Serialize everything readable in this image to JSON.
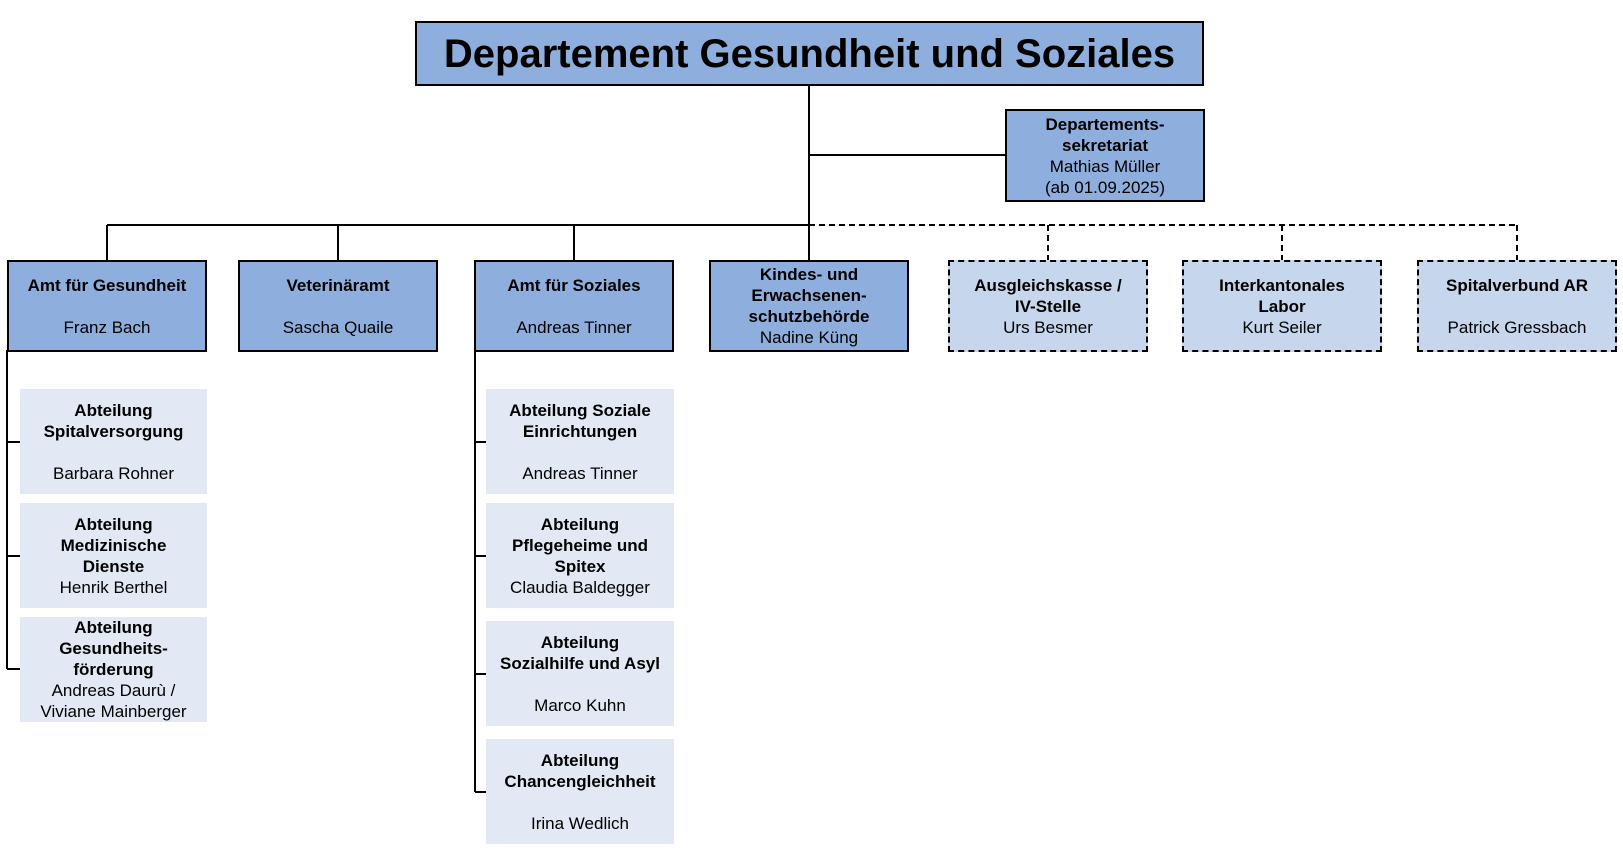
{
  "colors": {
    "primary_fill": "#8eafde",
    "external_fill": "#c6d6ed",
    "sub_fill": "#e2e9f4",
    "line": "#000000"
  },
  "title": "Departement Gesundheit und Soziales",
  "secretariat": {
    "title": "Departements-\nsekretariat",
    "person": "Mathias Müller\n(ab 01.09.2025)"
  },
  "units": [
    {
      "title": "Amt für Gesundheit",
      "person": "Franz Bach",
      "type": "solid"
    },
    {
      "title": "Veterinäramt",
      "person": "Sascha Quaile",
      "type": "solid"
    },
    {
      "title": "Amt für Soziales",
      "person": "Andreas Tinner",
      "type": "solid"
    },
    {
      "title": "Kindes- und\nErwachsenen-\nschutzbehörde",
      "person": "Nadine Küng",
      "type": "solid"
    },
    {
      "title": "Ausgleichskasse /\nIV-Stelle",
      "person": "Urs Besmer",
      "type": "dashed"
    },
    {
      "title": "Interkantonales\nLabor",
      "person": "Kurt Seiler",
      "type": "dashed"
    },
    {
      "title": "Spitalverbund AR",
      "person": "Patrick Gressbach",
      "type": "dashed"
    }
  ],
  "gesundheit_departments": [
    {
      "title": "Abteilung\nSpitalversorgung",
      "person": "Barbara Rohner"
    },
    {
      "title": "Abteilung\nMedizinische\nDienste",
      "person": "Henrik Berthel"
    },
    {
      "title": "Abteilung\nGesundheits-\nförderung",
      "person": "Andreas Daurù /\nViviane Mainberger"
    }
  ],
  "soziales_departments": [
    {
      "title": "Abteilung Soziale\nEinrichtungen",
      "person": "Andreas Tinner"
    },
    {
      "title": "Abteilung\nPflegeheime und\nSpitex",
      "person": "Claudia Baldegger"
    },
    {
      "title": "Abteilung\nSozialhilfe und Asyl",
      "person": "Marco Kuhn"
    },
    {
      "title": "Abteilung\nChancengleichheit",
      "person": "Irina Wedlich"
    }
  ]
}
